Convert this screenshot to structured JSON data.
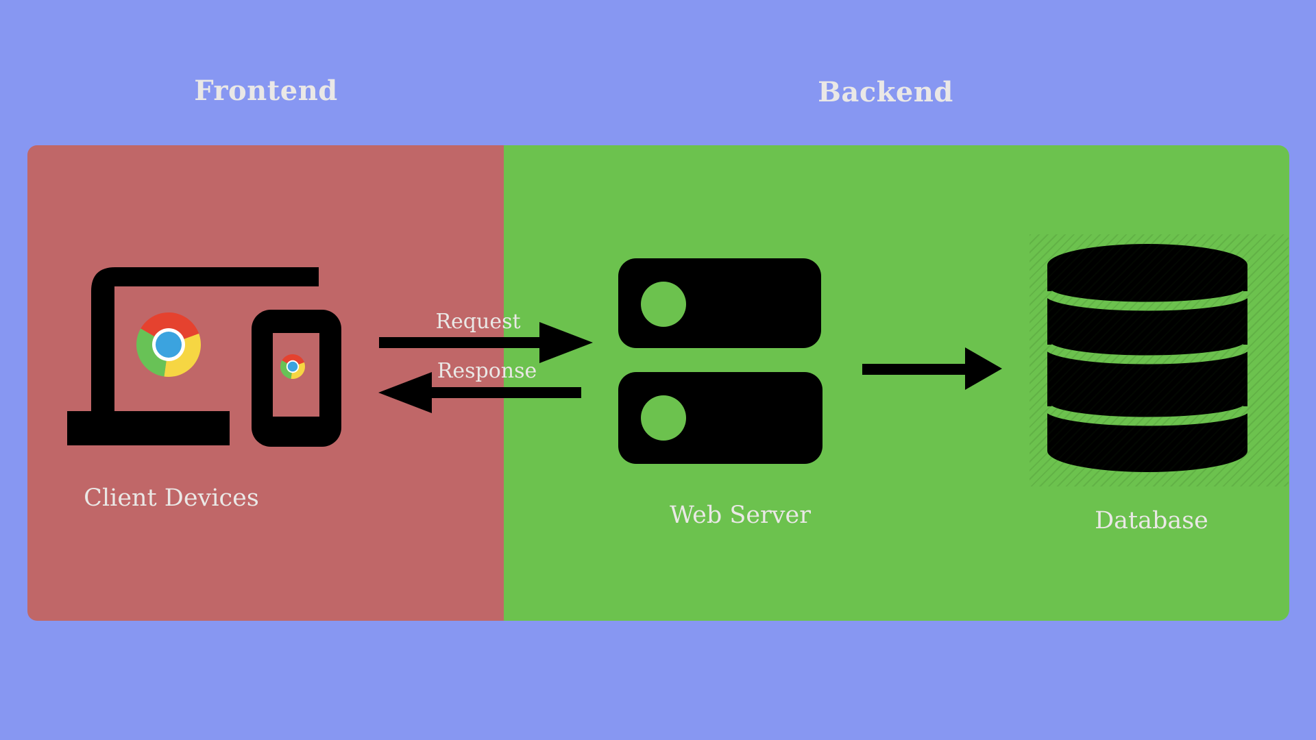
{
  "diagram": {
    "background_color": "#8797F2",
    "zones": [
      {
        "title": "Frontend",
        "panel_color": "#C06768"
      },
      {
        "title": "Backend",
        "panel_color": "#6CC24E"
      }
    ],
    "nodes": [
      {
        "id": "client-devices",
        "label": "Client Devices",
        "icon": "laptop-phone-chrome-icon",
        "zone": "Frontend"
      },
      {
        "id": "web-server",
        "label": "Web Server",
        "icon": "server-stack-icon",
        "zone": "Backend"
      },
      {
        "id": "database",
        "label": "Database",
        "icon": "database-cylinder-icon",
        "zone": "Backend"
      }
    ],
    "flows": [
      {
        "from": "client-devices",
        "to": "web-server",
        "label": "Request",
        "direction": "right"
      },
      {
        "from": "web-server",
        "to": "client-devices",
        "label": "Response",
        "direction": "left"
      },
      {
        "from": "web-server",
        "to": "database",
        "label": "",
        "direction": "right"
      }
    ],
    "colors": {
      "icon_black": "#000000",
      "text": "#EAE8E6",
      "chrome_red": "#E5422F",
      "chrome_yellow": "#F6D643",
      "chrome_green": "#68C256",
      "chrome_blue": "#3BA3DF",
      "chrome_white": "#FFFFFF"
    }
  }
}
